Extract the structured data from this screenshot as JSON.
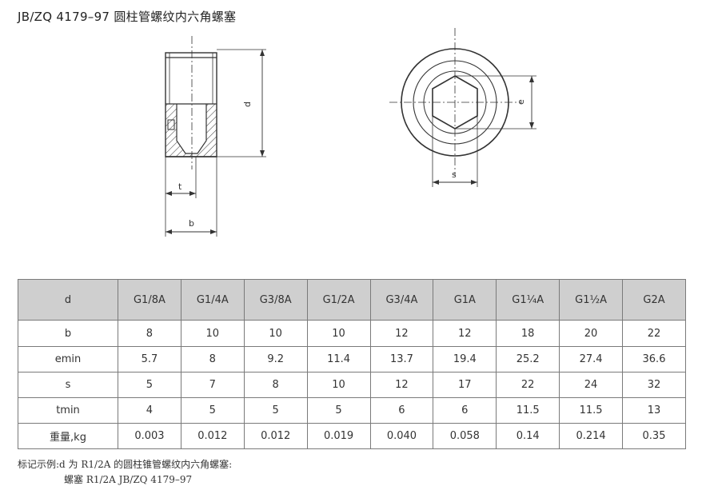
{
  "title": "JB/ZQ 4179–97  圆柱管螺纹内六角螺塞",
  "drawing": {
    "side_view": {
      "dim_d": "d",
      "dim_t": "t",
      "dim_b": "b"
    },
    "end_view": {
      "dim_e": "e",
      "dim_s": "s"
    }
  },
  "table": {
    "columns": [
      "d",
      "G1/8A",
      "G1/4A",
      "G3/8A",
      "G1/2A",
      "G3/4A",
      "G1A",
      "G1¼A",
      "G1½A",
      "G2A"
    ],
    "rows": [
      {
        "label": "b",
        "values": [
          "8",
          "10",
          "10",
          "10",
          "12",
          "12",
          "18",
          "20",
          "22"
        ]
      },
      {
        "label": "emin",
        "values": [
          "5.7",
          "8",
          "9.2",
          "11.4",
          "13.7",
          "19.4",
          "25.2",
          "27.4",
          "36.6"
        ]
      },
      {
        "label": "s",
        "values": [
          "5",
          "7",
          "8",
          "10",
          "12",
          "17",
          "22",
          "24",
          "32"
        ]
      },
      {
        "label": "tmin",
        "values": [
          "4",
          "5",
          "5",
          "5",
          "6",
          "6",
          "11.5",
          "11.5",
          "13"
        ]
      },
      {
        "label": "重量,kg",
        "values": [
          "0.003",
          "0.012",
          "0.012",
          "0.019",
          "0.040",
          "0.058",
          "0.14",
          "0.214",
          "0.35"
        ]
      }
    ]
  },
  "note": {
    "line1": "标记示例:d 为 R1/2A 的圆柱锥管螺纹内六角螺塞:",
    "line2": "螺塞 R1/2A   JB/ZQ 4179–97"
  }
}
